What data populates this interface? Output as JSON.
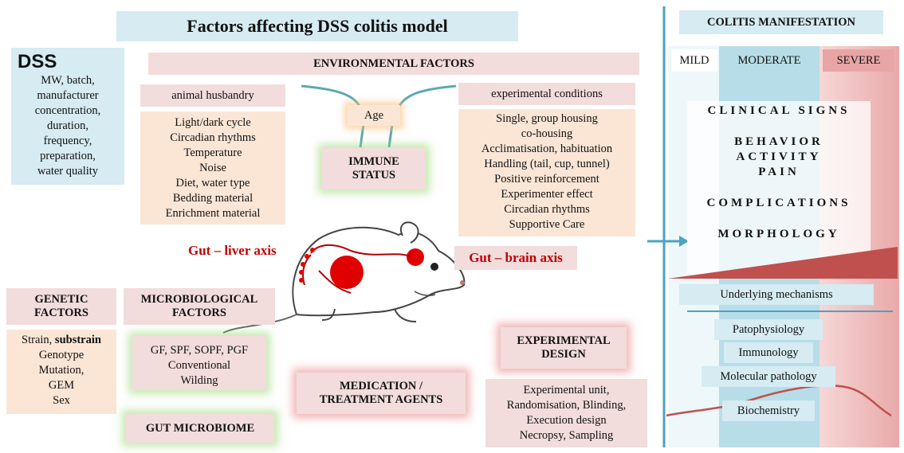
{
  "title": "Factors affecting DSS colitis model",
  "dss": {
    "heading": "DSS",
    "items": [
      "MW, batch,",
      "manufacturer",
      "concentration,",
      "duration,",
      "frequency,",
      "preparation,",
      "water quality"
    ]
  },
  "environmental": {
    "heading": "ENVIRONMENTAL FACTORS",
    "husbandry": {
      "heading": "animal husbandry",
      "items": [
        "Light/dark cycle",
        "Circadian rhythms",
        "Temperature",
        "Noise",
        "Diet, water type",
        "Bedding material",
        "Enrichment material"
      ]
    },
    "age": "Age",
    "immune": [
      "IMMUNE",
      "STATUS"
    ],
    "conditions": {
      "heading": "experimental conditions",
      "items": [
        "Single, group housing",
        "co-housing",
        "Acclimatisation, habituation",
        "Handling (tail, cup, tunnel)",
        "Positive reinforcement",
        "Experimenter effect",
        "Circadian rhythms",
        "Supportive Care"
      ]
    }
  },
  "axes": {
    "gut_liver": "Gut – liver axis",
    "gut_brain": "Gut – brain axis"
  },
  "genetic": {
    "heading": [
      "GENETIC",
      "FACTORS"
    ],
    "items": [
      "Strain, ",
      "substrain",
      "Genotype",
      "Mutation,",
      "GEM",
      "Sex"
    ]
  },
  "microbiological": {
    "heading": [
      "MICROBIOLOGICAL",
      "FACTORS"
    ],
    "items": [
      "GF, SPF, SOPF, PGF",
      "Conventional",
      "Wilding"
    ],
    "gut_microbiome": "GUT MICROBIOME"
  },
  "medication": [
    "MEDICATION /",
    "TREATMENT AGENTS"
  ],
  "experimental_design": {
    "heading": [
      "EXPERIMENTAL",
      "DESIGN"
    ],
    "items": [
      "Experimental unit,",
      "Randomisation, Blinding,",
      "Execution design",
      "Necropsy, Sampling"
    ]
  },
  "manifestation": {
    "heading": "COLITIS MANIFESTATION",
    "levels": [
      "MILD",
      "MODERATE",
      "SEVERE"
    ],
    "signs": [
      "CLINICAL SIGNS",
      "BEHAVIOR",
      "ACTIVITY",
      "PAIN",
      "COMPLICATIONS",
      "MORPHOLOGY"
    ],
    "mechanisms_heading": "Underlying mechanisms",
    "mechanisms": [
      "Patophysiology",
      "Immunology",
      "Molecular pathology",
      "Biochemistry"
    ]
  },
  "colors": {
    "pink": "#f2dcdc",
    "peach": "#fbe6d6",
    "blue": "#d6ebf2",
    "severity_red": "#c0504d",
    "axis_red": "#c00000",
    "divider": "#4aa3c0"
  }
}
